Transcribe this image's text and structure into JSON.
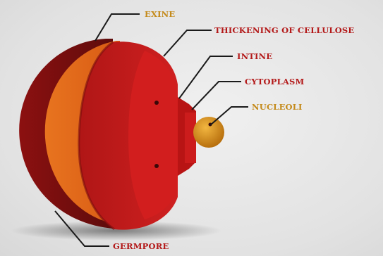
{
  "diagram": {
    "labels": {
      "exine": "EXINE",
      "thickening": "THICKENING OF CELLULOSE",
      "intine": "INTINE",
      "cytoplasm": "CYTOPLASM",
      "nucleoli": "NUCLEOLI",
      "germpore": "GERMPORE"
    },
    "colors": {
      "exine_outer": "#7a1212",
      "exine_inner": "#e0661c",
      "thickening": "#c41a1a",
      "intine": "#d41f1f",
      "cytoplasm": "#c01616",
      "nucleoli": "#d68a1c",
      "label_red": "#b31818",
      "label_gold": "#c48a1a"
    }
  }
}
